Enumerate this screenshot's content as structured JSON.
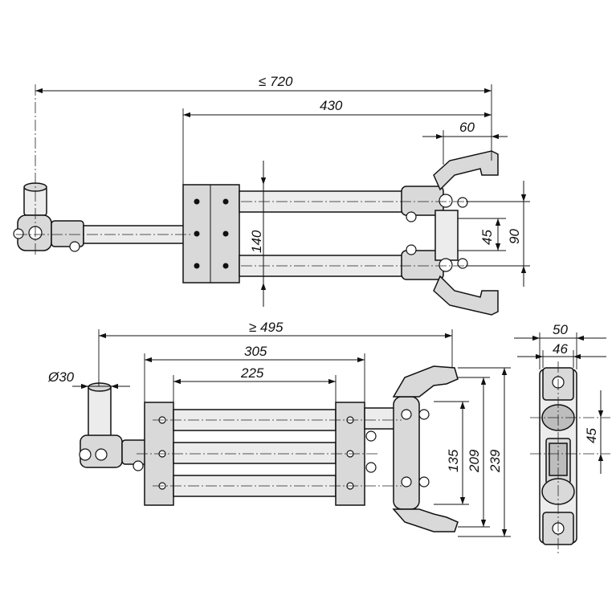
{
  "drawing": {
    "top_view": {
      "dim_total": "≤ 720",
      "dim_rail": "430",
      "dim_jaw": "60",
      "dim_height": "140",
      "dim_spacing": "45",
      "dim_span": "90"
    },
    "front_view": {
      "dim_total": "≥ 495",
      "dim_outer": "305",
      "dim_inner": "225",
      "dim_pipe": "Ø30",
      "dim_h1": "135",
      "dim_h2": "209",
      "dim_h3": "239"
    },
    "side_view": {
      "dim_width": "50",
      "dim_inner_width": "46",
      "dim_spacing": "45"
    }
  },
  "colors": {
    "line": "#111111",
    "part_fill": "#d9d9d9",
    "part_dark": "#bdbdbd",
    "background": "#ffffff"
  }
}
